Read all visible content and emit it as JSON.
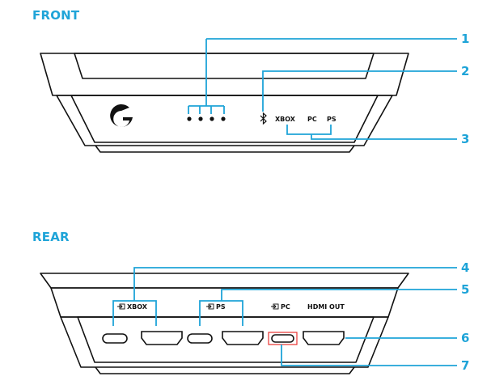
{
  "colors": {
    "accent": "#1fa4d8",
    "outline": "#111111",
    "highlight": "#e8312f"
  },
  "front": {
    "title": "FRONT",
    "logo_glyph": "G",
    "labels": {
      "xbox": "XBOX",
      "pc": "PC",
      "ps": "PS"
    },
    "bluetooth_icon": "bluetooth-icon",
    "callouts": [
      "1",
      "2",
      "3"
    ]
  },
  "rear": {
    "title": "REAR",
    "labels": {
      "xbox": "XBOX",
      "ps": "PS",
      "pc": "PC",
      "hdmi_out": "HDMI OUT"
    },
    "input_icon": "input-arrow-icon",
    "callouts": [
      "4",
      "5",
      "6",
      "7"
    ]
  }
}
